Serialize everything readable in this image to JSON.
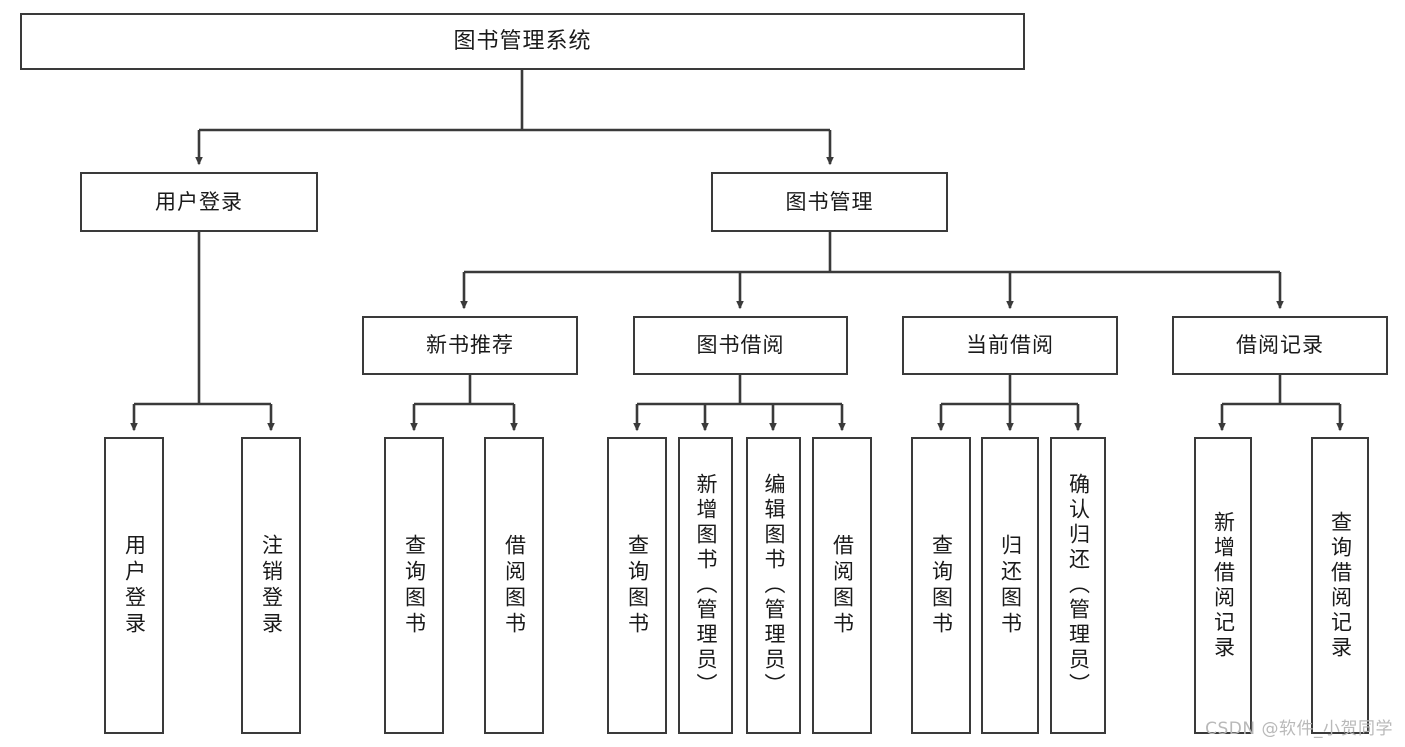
{
  "diagram": {
    "title": "图书管理系统",
    "type": "tree-hierarchy-diagram",
    "line_color": "#3a3a3a",
    "box_fill": "#ffffff",
    "text_color": "#1a1a1a",
    "watermark": "CSDN @软件_小贺同学"
  },
  "nodes": {
    "root": {
      "label": "图书管理系统"
    },
    "level1": [
      {
        "id": "user-login",
        "label": "用户登录"
      },
      {
        "id": "book-management",
        "label": "图书管理"
      }
    ],
    "level2": [
      {
        "id": "new-book-recommend",
        "label": "新书推荐"
      },
      {
        "id": "book-borrow",
        "label": "图书借阅"
      },
      {
        "id": "current-borrow",
        "label": "当前借阅"
      },
      {
        "id": "borrow-record",
        "label": "借阅记录"
      }
    ],
    "leaves": {
      "user_login": [
        {
          "id": "leaf-user-login",
          "label": "用户登录"
        },
        {
          "id": "leaf-logout-login",
          "label": "注销登录"
        }
      ],
      "new_book_recommend": [
        {
          "id": "leaf-query-book-1",
          "label": "查询图书"
        },
        {
          "id": "leaf-borrow-book-1",
          "label": "借阅图书"
        }
      ],
      "book_borrow": [
        {
          "id": "leaf-query-book-2",
          "label": "查询图书"
        },
        {
          "id": "leaf-add-book-admin",
          "label": "新增图书（管理员）"
        },
        {
          "id": "leaf-edit-book-admin",
          "label": "编辑图书（管理员）"
        },
        {
          "id": "leaf-borrow-book-2",
          "label": "借阅图书"
        }
      ],
      "current_borrow": [
        {
          "id": "leaf-query-book-3",
          "label": "查询图书"
        },
        {
          "id": "leaf-return-book",
          "label": "归还图书"
        },
        {
          "id": "leaf-confirm-return-admin",
          "label": "确认归还（管理员）"
        }
      ],
      "borrow_record": [
        {
          "id": "leaf-add-borrow-record",
          "label": "新增借阅记录"
        },
        {
          "id": "leaf-query-borrow-record",
          "label": "查询借阅记录"
        }
      ]
    }
  }
}
